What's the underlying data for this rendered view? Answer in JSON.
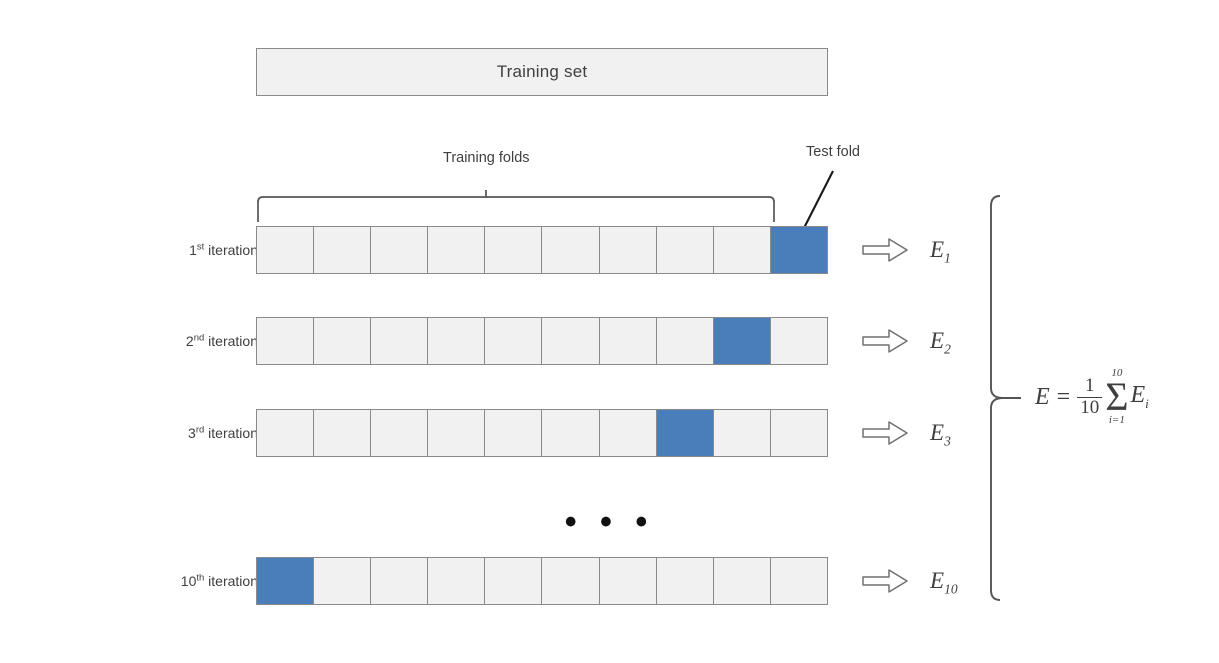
{
  "diagram": {
    "title_box": {
      "label": "Training set"
    },
    "annotations": {
      "training_folds": "Training folds",
      "test_fold": "Test fold"
    },
    "ellipsis": "• • •",
    "grid": {
      "cells_per_row": 10,
      "colors": {
        "test_fold_fill": "#4a7ebb",
        "training_fold_fill": "#f1f1f1",
        "border": "#8a8a8a"
      }
    },
    "rows": [
      {
        "label_number": "1",
        "label_ordinal": "st",
        "label_suffix": " iteration",
        "test_fold_index": 10,
        "error_symbol": "E",
        "error_subscript": "1"
      },
      {
        "label_number": "2",
        "label_ordinal": "nd",
        "label_suffix": " iteration",
        "test_fold_index": 9,
        "error_symbol": "E",
        "error_subscript": "2"
      },
      {
        "label_number": "3",
        "label_ordinal": "rd",
        "label_suffix": " iteration",
        "test_fold_index": 8,
        "error_symbol": "E",
        "error_subscript": "3"
      },
      {
        "label_number": "10",
        "label_ordinal": "th",
        "label_suffix": " iteration",
        "test_fold_index": 1,
        "error_symbol": "E",
        "error_subscript": "10"
      }
    ],
    "formula": {
      "lhs": "E",
      "equals": "=",
      "fraction_numerator": "1",
      "fraction_denominator": "10",
      "sigma": "Σ",
      "sigma_upper": "10",
      "sigma_lower": "i=1",
      "term": "E",
      "term_subscript": "i"
    }
  }
}
